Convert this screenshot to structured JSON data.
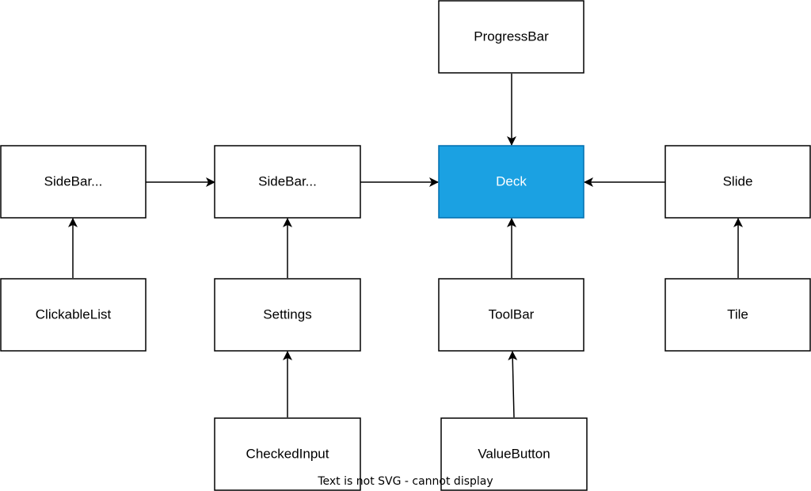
{
  "colors": {
    "node_fill": "#ffffff",
    "node_stroke": "#000000",
    "node_text": "#000000",
    "highlight_fill": "#1ba1e2",
    "highlight_stroke": "#006eaf",
    "highlight_text": "#ffffff",
    "edge": "#000000"
  },
  "nodes": {
    "sidebar_left": {
      "label": "SideBar..."
    },
    "sidebar_mid": {
      "label": "SideBar..."
    },
    "deck": {
      "label": "Deck"
    },
    "slide": {
      "label": "Slide"
    },
    "progressbar": {
      "label": "ProgressBar"
    },
    "clickablelist": {
      "label": "ClickableList"
    },
    "settings": {
      "label": "Settings"
    },
    "toolbar": {
      "label": "ToolBar"
    },
    "tile": {
      "label": "Tile"
    },
    "checkedinput": {
      "label": "CheckedInput"
    },
    "valuebutton": {
      "label": "ValueButton"
    }
  },
  "edges": [
    {
      "from": "sidebar_left",
      "to": "sidebar_mid"
    },
    {
      "from": "sidebar_mid",
      "to": "deck"
    },
    {
      "from": "slide",
      "to": "deck"
    },
    {
      "from": "progressbar",
      "to": "deck"
    },
    {
      "from": "clickablelist",
      "to": "sidebar_left"
    },
    {
      "from": "settings",
      "to": "sidebar_mid"
    },
    {
      "from": "toolbar",
      "to": "deck"
    },
    {
      "from": "tile",
      "to": "slide"
    },
    {
      "from": "checkedinput",
      "to": "settings"
    },
    {
      "from": "valuebutton",
      "to": "toolbar"
    }
  ],
  "footer": {
    "text": "Text is not SVG - cannot display"
  }
}
